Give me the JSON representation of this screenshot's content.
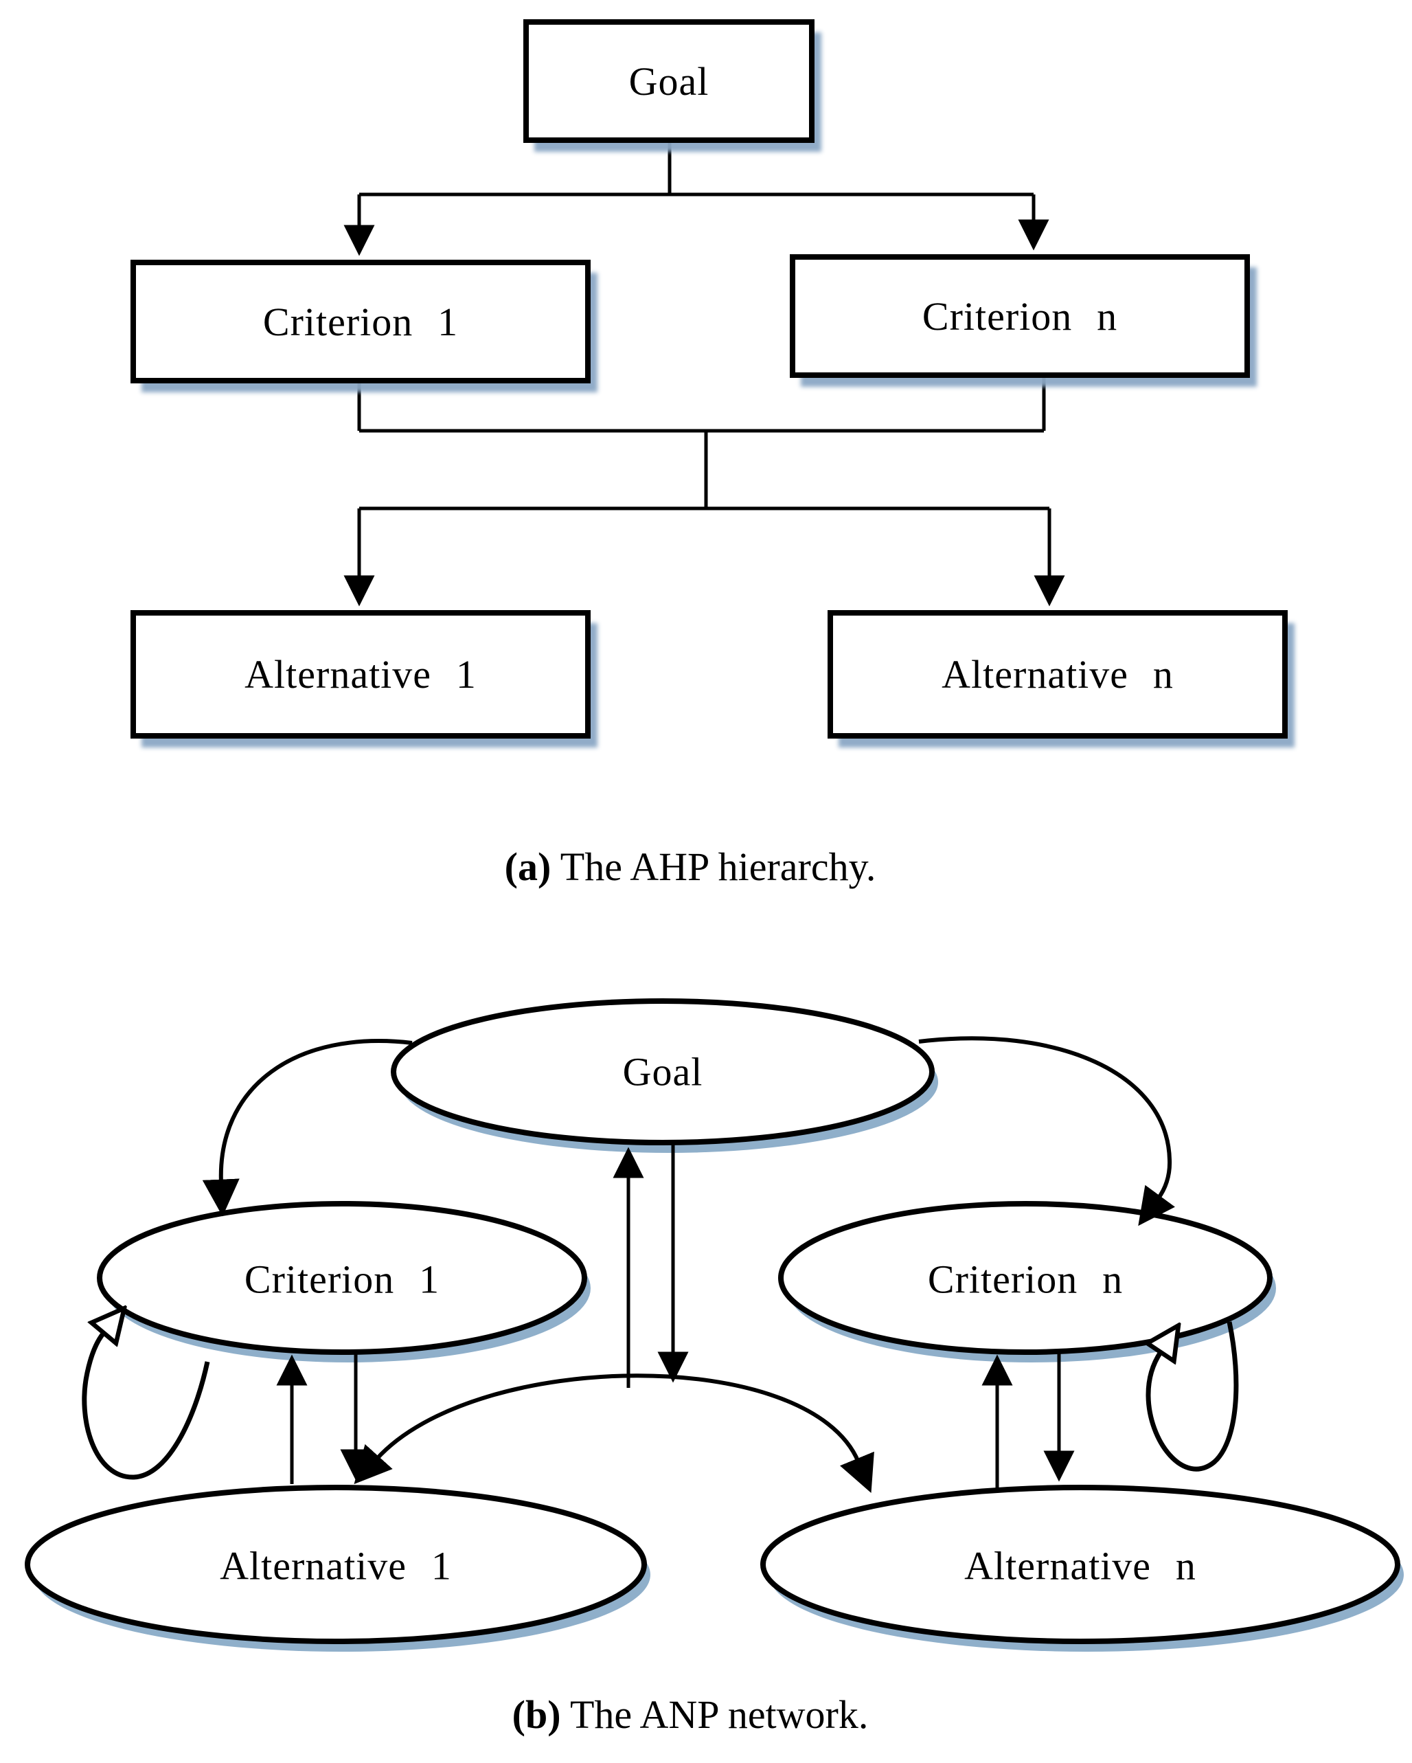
{
  "panel_a": {
    "caption": {
      "prefix": "(a)",
      "text": "The AHP hierarchy."
    },
    "nodes": {
      "goal": "Goal",
      "criterion_1": "Criterion 1",
      "criterion_n": "Criterion n",
      "alternative_1": "Alternative 1",
      "alternative_n": "Alternative n"
    }
  },
  "panel_b": {
    "caption": {
      "prefix": "(b)",
      "text": "The ANP network."
    },
    "nodes": {
      "goal": "Goal",
      "criterion_1": "Criterion 1",
      "criterion_n": "Criterion n",
      "alternative_1": "Alternative 1",
      "alternative_n": "Alternative n"
    }
  },
  "colors": {
    "stroke": "#000000",
    "node_fill": "#ffffff",
    "shadow": "#8fafca"
  }
}
